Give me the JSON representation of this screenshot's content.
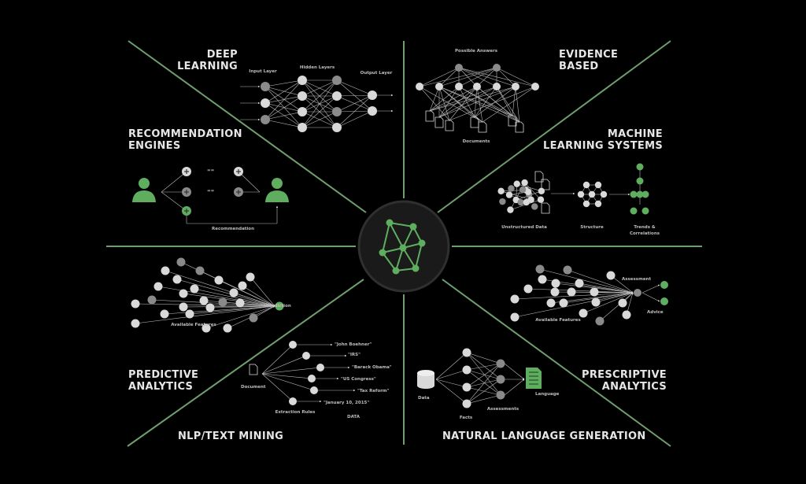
{
  "colors": {
    "background": "#000000",
    "line": "#6f9f6f",
    "node": "#d9d9d9",
    "node_dark": "#8a8a8a",
    "accent": "#5fae5f",
    "hub": "#1a1a1a"
  },
  "center": {
    "icon": "network-graph-icon"
  },
  "sections": {
    "deep_learning": {
      "title_line1": "DEEP",
      "title_line2": "LEARNING",
      "labels": {
        "input": "Input Layer",
        "hidden": "Hidden Layers",
        "output": "Output Layer"
      }
    },
    "evidence_based": {
      "title_line1": "EVIDENCE",
      "title_line2": "BASED",
      "labels": {
        "answers": "Possible Answers",
        "documents": "Documents"
      }
    },
    "recommendation": {
      "title_line1": "RECOMMENDATION",
      "title_line2": "ENGINES",
      "labels": {
        "recommendation": "Recommendation",
        "eq1": "==",
        "eq2": "=="
      }
    },
    "machine_learning": {
      "title_line1": "MACHINE",
      "title_line2": "LEARNING SYSTEMS",
      "labels": {
        "unstructured": "Unstructured Data",
        "structure": "Structure",
        "trends1": "Trends &",
        "trends2": "Correlations"
      }
    },
    "predictive": {
      "title_line1": "PREDICTIVE",
      "title_line2": "ANALYTICS",
      "labels": {
        "features": "Available Features",
        "prediction": "Prediction"
      }
    },
    "prescriptive": {
      "title_line1": "PRESCRIPTIVE",
      "title_line2": "ANALYTICS",
      "labels": {
        "features": "Available Features",
        "assessment": "Assessment",
        "advice": "Advice"
      }
    },
    "nlp": {
      "title": "NLP/TEXT MINING",
      "labels": {
        "document": "Document",
        "rules": "Extraction Rules",
        "data": "DATA",
        "entities": [
          "\"John Boehner\"",
          "\"IRS\"",
          "\"Barack Obama\"",
          "\"US Congress\"",
          "\"Tax Reform\"",
          "\"January 10, 2015\""
        ]
      }
    },
    "nlg": {
      "title": "NATURAL LANGUAGE GENERATION",
      "labels": {
        "data": "Data",
        "facts": "Facts",
        "assessments": "Assessments",
        "language": "Language"
      }
    }
  }
}
